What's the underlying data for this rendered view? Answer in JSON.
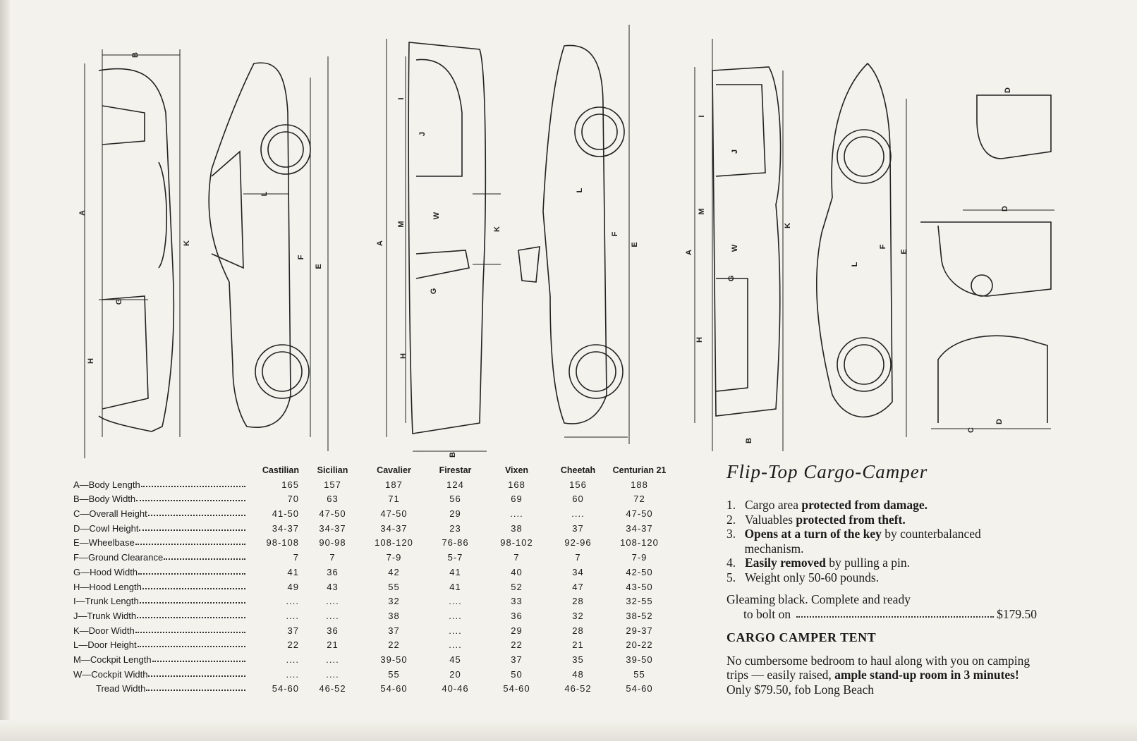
{
  "diagram_labels": [
    "B",
    "A",
    "G",
    "H",
    "K",
    "L",
    "F",
    "E",
    "I",
    "J",
    "M",
    "W",
    "A",
    "K",
    "G",
    "H",
    "B",
    "L",
    "F",
    "E",
    "I",
    "J",
    "M",
    "K",
    "W",
    "A",
    "G",
    "H",
    "B",
    "F",
    "E",
    "L",
    "D",
    "D",
    "D",
    "C"
  ],
  "spec_table": {
    "columns": [
      "Castilian",
      "Sicilian",
      "Cavalier",
      "Firestar",
      "Vixen",
      "Cheetah",
      "Centurian 21"
    ],
    "rows": [
      {
        "label": "A—Body Length",
        "values": [
          "165",
          "157",
          "187",
          "124",
          "168",
          "156",
          "188"
        ]
      },
      {
        "label": "B—Body Width",
        "values": [
          "70",
          "63",
          "71",
          "56",
          "69",
          "60",
          "72"
        ]
      },
      {
        "label": "C—Overall Height",
        "values": [
          "41-50",
          "47-50",
          "47-50",
          "29",
          "....",
          "....",
          "47-50"
        ]
      },
      {
        "label": "D—Cowl Height",
        "values": [
          "34-37",
          "34-37",
          "34-37",
          "23",
          "38",
          "37",
          "34-37"
        ]
      },
      {
        "label": "E—Wheelbase",
        "values": [
          "98-108",
          "90-98",
          "108-120",
          "76-86",
          "98-102",
          "92-96",
          "108-120"
        ]
      },
      {
        "label": "F—Ground Clearance",
        "values": [
          "7",
          "7",
          "7-9",
          "5-7",
          "7",
          "7",
          "7-9"
        ]
      },
      {
        "label": "G—Hood Width",
        "values": [
          "41",
          "36",
          "42",
          "41",
          "40",
          "34",
          "42-50"
        ]
      },
      {
        "label": "H—Hood Length",
        "values": [
          "49",
          "43",
          "55",
          "41",
          "52",
          "47",
          "43-50"
        ]
      },
      {
        "label": "I—Trunk Length",
        "values": [
          "....",
          "....",
          "32",
          "....",
          "33",
          "28",
          "32-55"
        ]
      },
      {
        "label": "J—Trunk Width",
        "values": [
          "....",
          "....",
          "38",
          "....",
          "36",
          "32",
          "38-52"
        ]
      },
      {
        "label": "K—Door Width",
        "values": [
          "37",
          "36",
          "37",
          "....",
          "29",
          "28",
          "29-37"
        ]
      },
      {
        "label": "L—Door Height",
        "values": [
          "22",
          "21",
          "22",
          "....",
          "22",
          "21",
          "20-22"
        ]
      },
      {
        "label": "M—Cockpit Length",
        "values": [
          "....",
          "....",
          "39-50",
          "45",
          "37",
          "35",
          "39-50"
        ]
      },
      {
        "label": "W—Cockpit Width",
        "values": [
          "....",
          "....",
          "55",
          "20",
          "50",
          "48",
          "55"
        ]
      },
      {
        "label": "Tread Width",
        "values": [
          "54-60",
          "46-52",
          "54-60",
          "40-46",
          "54-60",
          "46-52",
          "54-60"
        ]
      }
    ]
  },
  "camper": {
    "title": "Flip-Top Cargo-Camper",
    "items": [
      {
        "num": "1.",
        "segments": [
          {
            "text": "Cargo area ",
            "bold": false
          },
          {
            "text": "protected from damage.",
            "bold": true
          }
        ]
      },
      {
        "num": "2.",
        "segments": [
          {
            "text": "Valuables ",
            "bold": false
          },
          {
            "text": "protected from theft.",
            "bold": true
          }
        ]
      },
      {
        "num": "3.",
        "segments": [
          {
            "text": "Opens at a turn of the key",
            "bold": true
          },
          {
            "text": " by counterbalanced mechanism.",
            "bold": false
          }
        ]
      },
      {
        "num": "4.",
        "segments": [
          {
            "text": "Easily removed",
            "bold": true
          },
          {
            "text": " by pulling a pin.",
            "bold": false
          }
        ]
      },
      {
        "num": "5.",
        "segments": [
          {
            "text": "Weight only 50-60 pounds.",
            "bold": false
          }
        ]
      }
    ],
    "price_line1": "Gleaming black.  Complete and ready",
    "price_line2": "to bolt on",
    "price": "$179.50",
    "tent_heading": "CARGO CAMPER TENT",
    "tent_text1": "No cumbersome bedroom to haul along with you on camping trips — easily raised, ",
    "tent_bold": "ample stand-up room in 3 minutes!",
    "tent_text2": " Only $79.50, fob Long Beach"
  }
}
